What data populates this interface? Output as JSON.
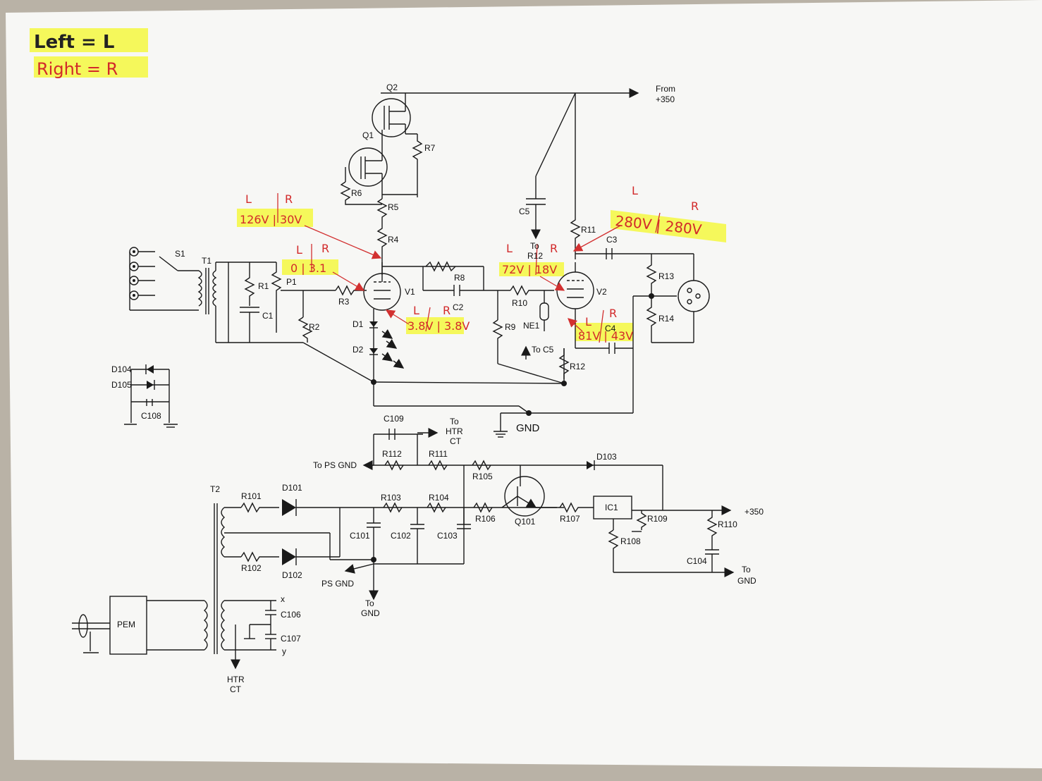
{
  "legend": {
    "left": "Left = L",
    "right": "Right = R"
  },
  "labels": {
    "Q2": "Q2",
    "Q1": "Q1",
    "R7": "R7",
    "R6": "R6",
    "R5": "R5",
    "R4": "R4",
    "from": "From",
    "plus350": "+350",
    "C5": "C5",
    "to": "To",
    "R12a": "R12",
    "R11": "R11",
    "C3": "C3",
    "S1": "S1",
    "T1": "T1",
    "R1": "R1",
    "P1": "P1",
    "C1": "C1",
    "R3": "R3",
    "V1": "V1",
    "R8": "R8",
    "C2": "C2",
    "R10": "R10",
    "V2": "V2",
    "R13": "R13",
    "R14": "R14",
    "R2": "R2",
    "D1": "D1",
    "D2": "D2",
    "R9": "R9",
    "NE1": "NE1",
    "toC5": "To C5",
    "C4": "C4",
    "R12": "R12",
    "D104": "D104",
    "D105": "D105",
    "C108": "C108",
    "GND": "GND",
    "C109": "C109",
    "to2": "To",
    "htr": "HTR",
    "ct": "CT",
    "R112": "R112",
    "R111": "R111",
    "toPSGND": "To PS GND",
    "R105": "R105",
    "D103": "D103",
    "T2": "T2",
    "R101": "R101",
    "D101": "D101",
    "R103": "R103",
    "R104": "R104",
    "R106": "R106",
    "Q101": "Q101",
    "R107": "R107",
    "IC1": "IC1",
    "R109": "R109",
    "plus350b": "+350",
    "R110": "R110",
    "C101": "C101",
    "C102": "C102",
    "C103": "C103",
    "R108": "R108",
    "C104": "C104",
    "to3": "To",
    "gnd3": "GND",
    "R102": "R102",
    "D102": "D102",
    "psgnd": "PS GND",
    "to4": "To",
    "gnd4": "GND",
    "PEM": "PEM",
    "C106": "C106",
    "C107": "C107",
    "x": "x",
    "y": "y",
    "htr2": "HTR",
    "ct2": "CT"
  },
  "annotations": {
    "a1_L": "L",
    "a1_R": "R",
    "a1_val": "126V | 30V",
    "a2_L": "L",
    "a2_R": "R",
    "a2_val": "0 | 3.1",
    "a3_L": "L",
    "a3_R": "R",
    "a3_val": "3.8V | 3.8V",
    "a4_L": "L",
    "a4_R": "R",
    "a4_val": "72V | 18V",
    "a5_L": "L",
    "a5_R": "R",
    "a5_val": "280V | 280V",
    "a6_L": "L",
    "a6_R": "R",
    "a6_val": "81V | 43V"
  },
  "colors": {
    "paper": "#f6f6f4",
    "highlight": "#f4f74a",
    "ink": "#1a1a1a",
    "pen": "#d22a2a",
    "table": "#b9b2a6"
  }
}
